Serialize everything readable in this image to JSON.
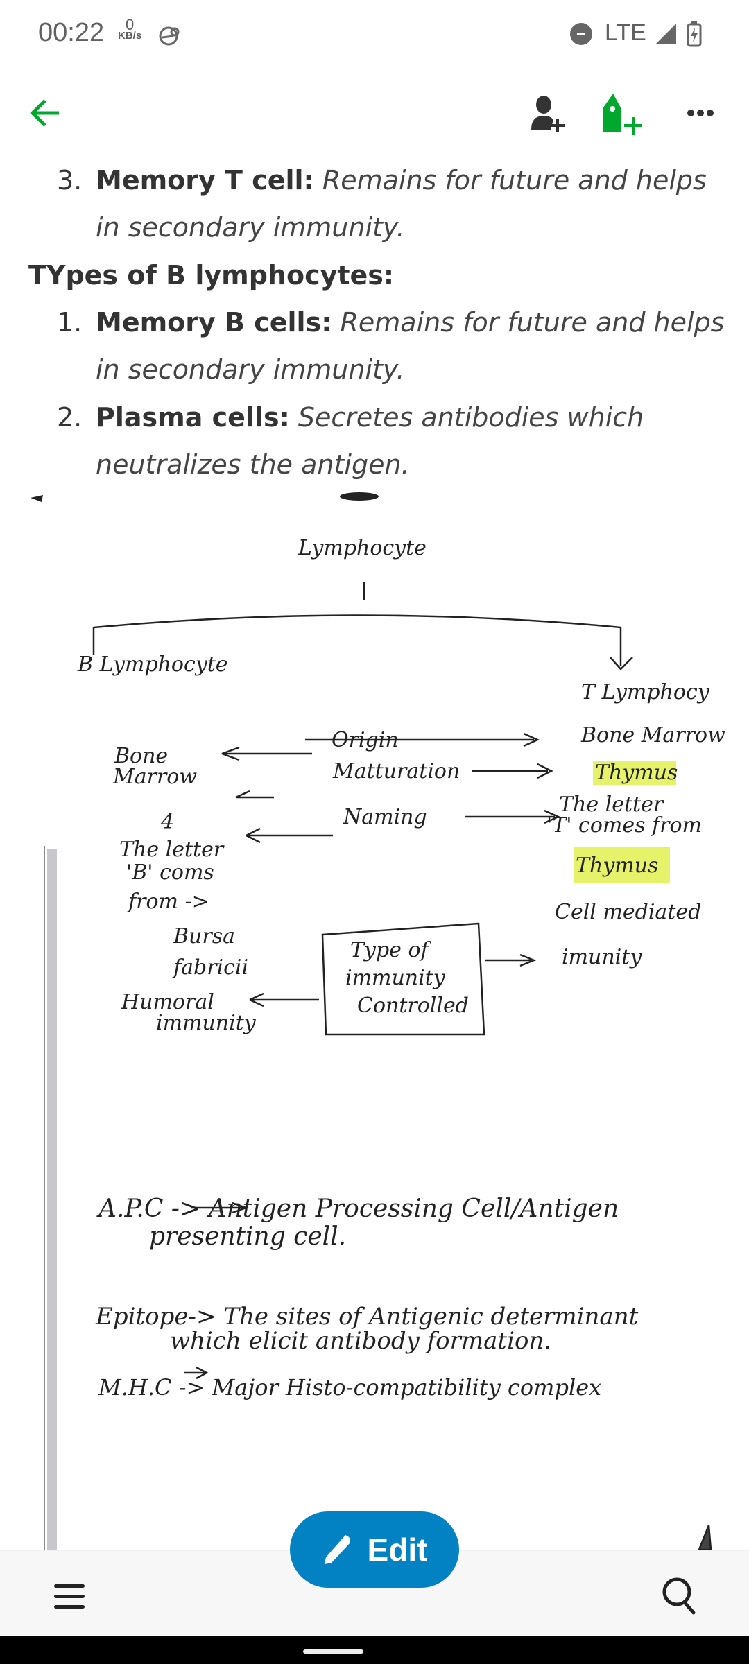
{
  "status_bar": {
    "time": "00:22",
    "net_speed_value": "0",
    "net_speed_unit": "KB/s",
    "network": "LTE"
  },
  "app_bar": {
    "back": "back-arrow",
    "share": "add-person",
    "tag": "add-tag",
    "more": "more-options"
  },
  "note": {
    "items": [
      {
        "number": "3.",
        "term": "Memory T cell:",
        "desc_line1": "Remains for future and helps",
        "desc_line2": "in secondary immunity."
      }
    ],
    "heading": "TYpes of B lymphocytes:",
    "b_items": [
      {
        "number": "1.",
        "term": "Memory B cells:",
        "desc_line1": "Remains for future and helps",
        "desc_line2": "in secondary immunity."
      },
      {
        "number": "2.",
        "term": "Plasma cells:",
        "desc_line1": "Secretes antibodies which",
        "desc_line2": "neutralizes the antigen."
      }
    ]
  },
  "handwritten": {
    "root": "Lymphocyte",
    "b_title": "B Lymphocyte",
    "t_title": "T Lymphocy",
    "origin": "Origin",
    "maturation": "Matturation",
    "naming": "Naming",
    "b_origin": "Bone",
    "b_origin2": "Marrow",
    "b_mat": "4",
    "b_naming1": "The letter",
    "b_naming2": "'B' coms",
    "b_naming3": "from ->",
    "bursa1": "Bursa",
    "bursa2": "fabricii",
    "t_origin": "Bone Marrow",
    "t_mat": "Thymus",
    "t_naming1": "The letter",
    "t_naming2": "'T' comes from",
    "t_naming3": "Thymus",
    "box1": "Type of",
    "box2": "immunity",
    "box3": "Controlled",
    "humoral1": "Humoral",
    "humoral2": "immunity",
    "cell1": "Cell mediated",
    "cell2": "imunity",
    "apc1": "A.P.C  ->  Antigen Processing Cell/Antigen",
    "apc2": "presenting cell.",
    "epi1": "Epitope->  The sites of Antigenic determinant",
    "epi2": "which  elicit antibody formation.",
    "mhc": "M.H.C ->  Major  Histo-compatibility complex",
    "highlight_color": "#e6f26a"
  },
  "edit_button": {
    "label": "Edit"
  },
  "colors": {
    "accent_green": "#00a82d",
    "edit_blue": "#0382c3"
  }
}
